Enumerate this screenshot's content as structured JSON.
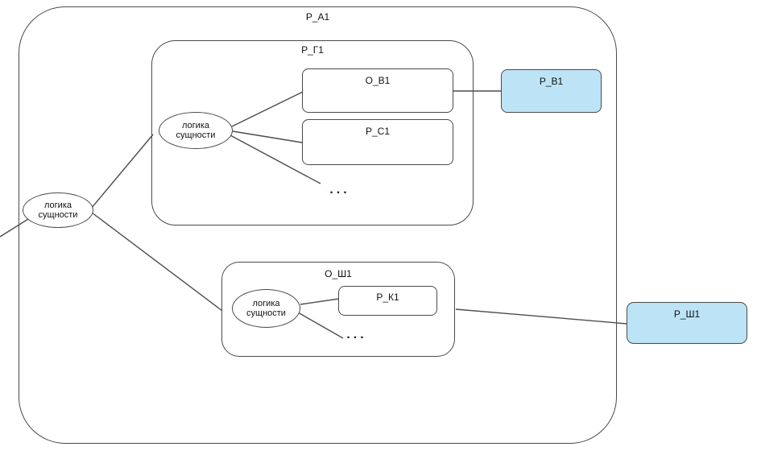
{
  "diagram": {
    "nodes": {
      "root": "Р_А1",
      "group_g1": "Р_Г1",
      "ob1": "О_В1",
      "pc1": "Р_С1",
      "pb1": "Р_В1",
      "group_sh1": "О_Ш1",
      "pk1": "Р_К1",
      "psh1": "Р_Ш1"
    },
    "entity_logic": "логика сущности",
    "ellipsis": "...",
    "colors": {
      "highlight_fill": "#bde3f7",
      "box_border": "#4a4a4a",
      "line": "#4d4d4d"
    }
  }
}
